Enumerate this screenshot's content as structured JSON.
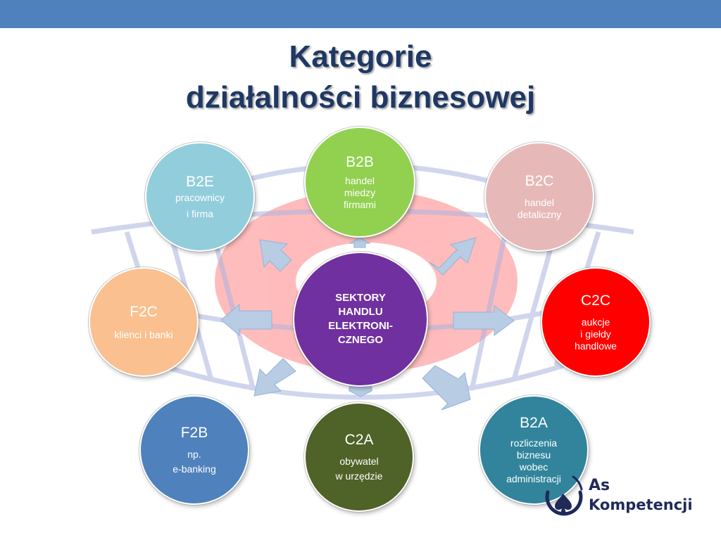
{
  "title": {
    "line1": "Kategorie",
    "line2": "działalności biznesowej"
  },
  "center": {
    "lines": [
      "SEKTORY",
      "HANDLU",
      "ELEKTRONI-",
      "CZNEGO"
    ]
  },
  "nodes": {
    "b2b": {
      "title": "B2B",
      "lines": [
        "handel",
        "miedzy",
        "firmami"
      ],
      "color": "#92d050"
    },
    "b2e": {
      "title": "B2E",
      "lines": [
        "pracownicy",
        "i firma"
      ],
      "color": "#92cddc"
    },
    "b2c": {
      "title": "B2C",
      "lines": [
        "handel",
        "detaliczny"
      ],
      "color": "#e6b9b8"
    },
    "f2c": {
      "title": "F2C",
      "lines": [
        "klienci i banki"
      ],
      "color": "#fac090"
    },
    "c2c": {
      "title": "C2C",
      "lines": [
        "aukcje",
        "i giełdy",
        "handlowe"
      ],
      "color": "#ff0000"
    },
    "f2b": {
      "title": "F2B",
      "lines": [
        "np.",
        "e-banking"
      ],
      "color": "#4f81bd"
    },
    "c2a": {
      "title": "C2A",
      "lines": [
        "obywatel",
        "w urzędzie"
      ],
      "color": "#4f6228"
    },
    "b2a": {
      "title": "B2A",
      "lines": [
        "rozliczenia",
        "biznesu",
        "wobec",
        "administracji"
      ],
      "color": "#31849b"
    }
  },
  "center_color": "#7030a0",
  "arrow_color": "#b8cce4",
  "logo": {
    "line1": "As",
    "line2": "Kompetencji"
  }
}
